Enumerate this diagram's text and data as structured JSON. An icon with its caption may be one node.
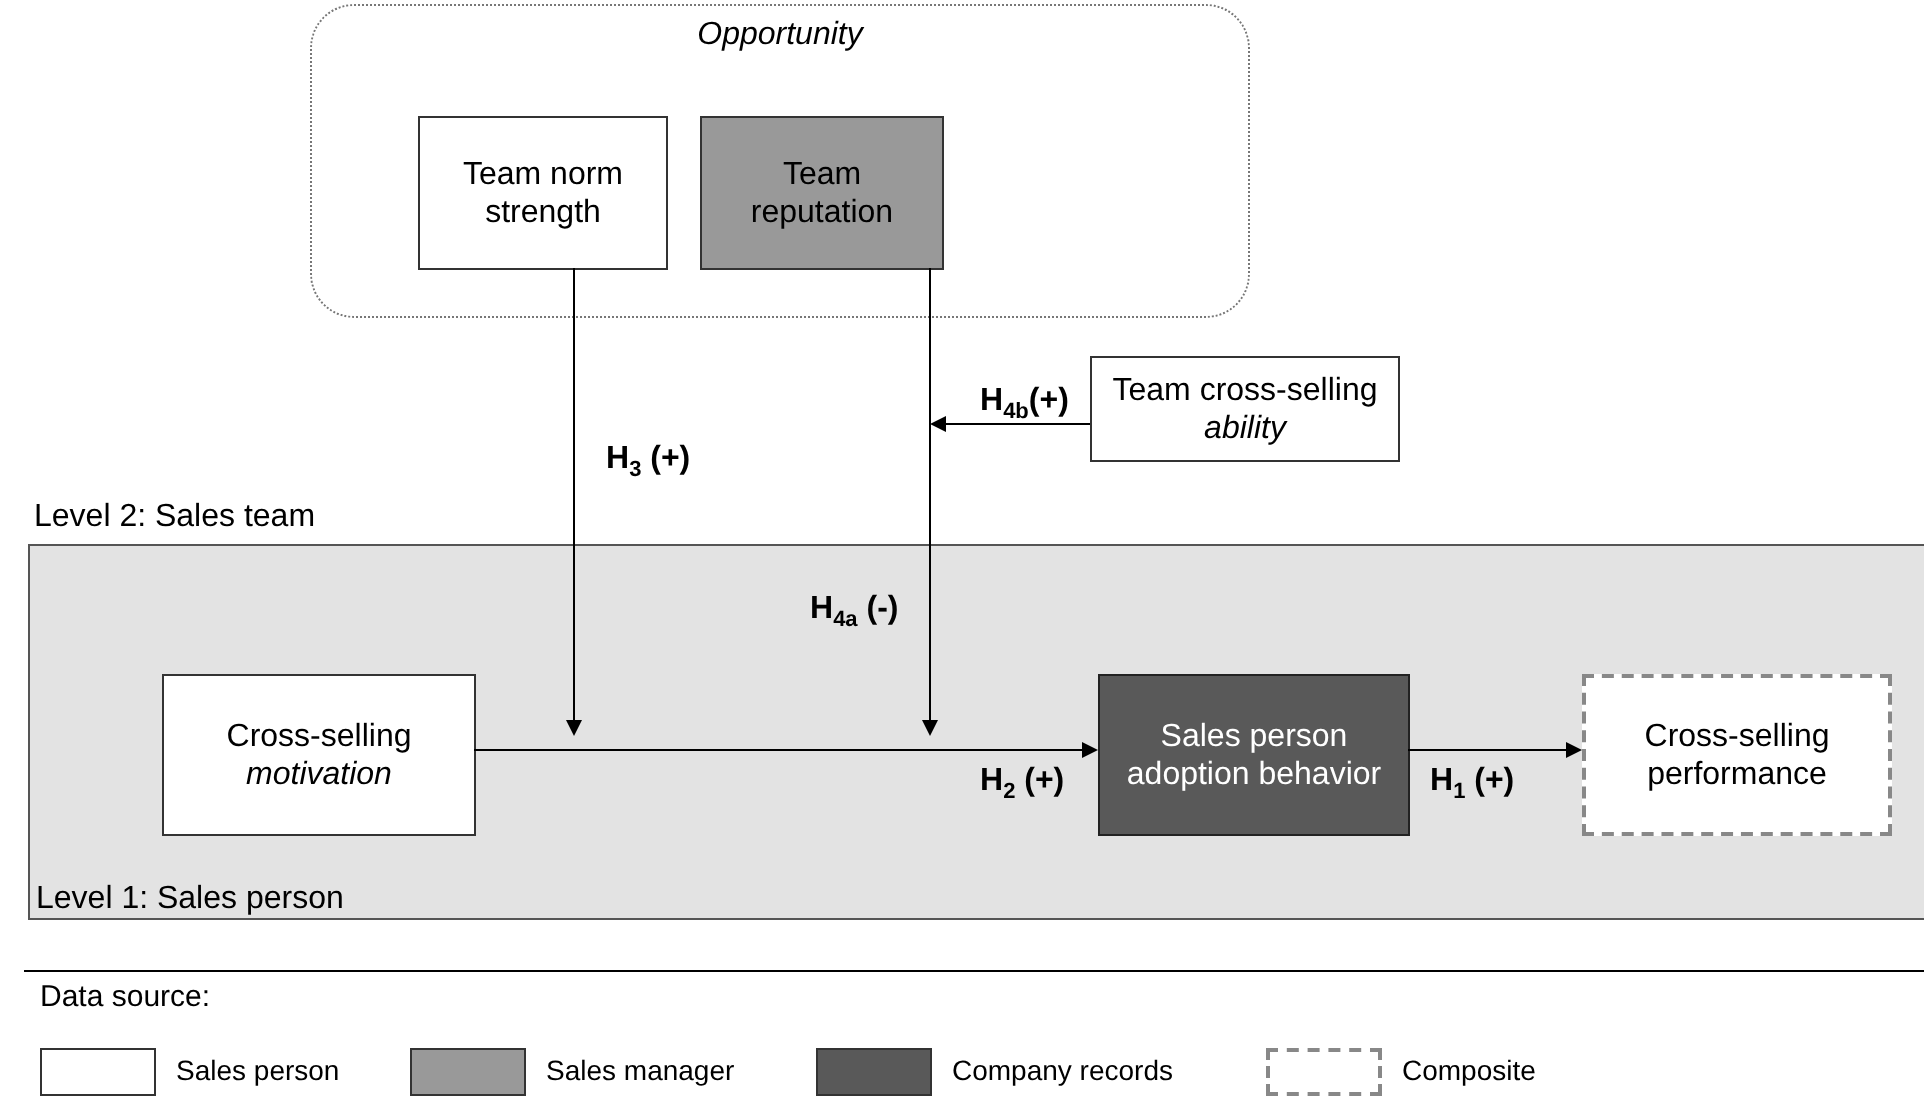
{
  "diagram": {
    "nodes": [
      {
        "text": [
          "Opportunity"
        ]
      },
      {
        "text": [
          "Team norm strength"
        ],
        "in": 0
      },
      {
        "text": [
          "Team reputation"
        ],
        "in": 0
      },
      {
        "text": [
          "Team cross-selling *ability*"
        ]
      },
      {
        "text": [
          "Level 1: Sales person"
        ]
      },
      {
        "text": [
          "Cross-selling *motivation*"
        ],
        "in": 4
      },
      {
        "text": [
          "Sales person adoption behavior"
        ],
        "in": 4
      },
      {
        "text": [
          "Cross-selling performance"
        ],
        "in": 4
      }
    ],
    "edges": [
      {
        "from": 1,
        "to": null,
        "arrow": "to",
        "label": "H$_{3}$ (+)"
      },
      {
        "from": 2,
        "to": null,
        "arrow": "to",
        "label": "H$_{4a}$ (-)"
      },
      {
        "from": 3,
        "to": null,
        "arrow": "to",
        "label": "H$_{4b}$(+)"
      },
      {
        "from": 5,
        "to": 6,
        "arrow": "to",
        "label": "H$_{2}$ (+)"
      },
      {
        "from": 6,
        "to": 7,
        "arrow": "to",
        "label": "H$_{1}$ (+)"
      }
    ],
    "labels": [
      "Level 2: Sales team",
      "Data source:"
    ],
    "legend": [
      {
        "text": "Sales person",
        "color": "#ffffff"
      },
      {
        "text": "Sales manager",
        "color": "#999999"
      },
      {
        "text": "Company records",
        "color": "#595959"
      },
      {
        "text": "Composite"
      }
    ]
  }
}
